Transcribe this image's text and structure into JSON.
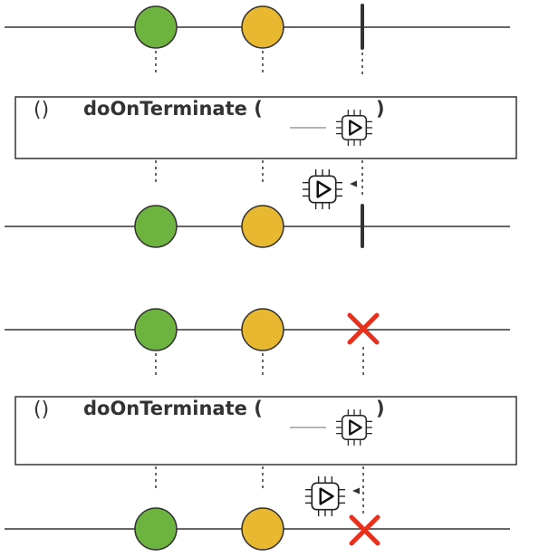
{
  "colors": {
    "line": "#333333",
    "dotted": "#333333",
    "item_green": "#6db33f",
    "item_yellow": "#e8b830",
    "error_red": "#e8301c",
    "operator_border": "#333333",
    "operator_fill": "#ffffff"
  },
  "panels": [
    {
      "terminal": "complete",
      "operator": {
        "open_paren": "()",
        "name": "doOnTerminate (",
        "close_paren": ")",
        "action_icon": "runnable-chip-icon"
      }
    },
    {
      "terminal": "error",
      "operator": {
        "open_paren": "()",
        "name": "doOnTerminate (",
        "close_paren": ")",
        "action_icon": "runnable-chip-icon"
      }
    }
  ],
  "icons": {
    "complete": "completion-bar-icon",
    "error": "error-x-icon",
    "runnable": "runnable-chip-icon"
  }
}
